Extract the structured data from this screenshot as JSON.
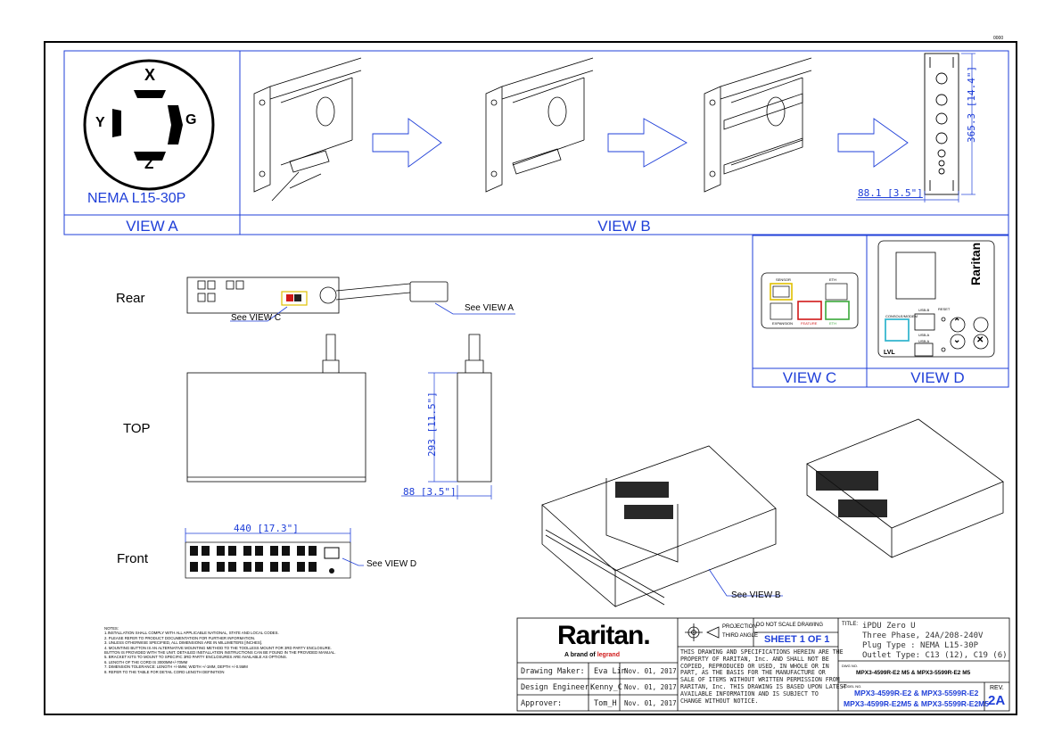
{
  "top_right_tag": "0000",
  "views": {
    "view_a_label": "VIEW A",
    "view_b_label": "VIEW B",
    "view_c_label": "VIEW C",
    "view_d_label": "VIEW D"
  },
  "plug": {
    "name": "NEMA L15-30P",
    "pins": {
      "x": "X",
      "y": "Y",
      "g": "G",
      "z": "Z"
    }
  },
  "rack_dims": {
    "height": "365.3  [14.4\"]",
    "width": "88.1  [3.5\"]"
  },
  "side_views": {
    "rear": "Rear",
    "top": "TOP",
    "front": "Front",
    "see_view_a": "See VIEW A",
    "see_view_b": "See VIEW B",
    "see_view_c": "See VIEW C",
    "see_view_d": "See VIEW D"
  },
  "dims": {
    "side_height": "293  [11.5\"]",
    "side_width": "88  [3.5\"]",
    "front_width": "440  [17.3\"]"
  },
  "view_c_ports": {
    "sensor": "SENSOR",
    "eth": "ETH",
    "feature": "FEATURE",
    "expansion": "EXPANSION",
    "eth2": "ETH"
  },
  "view_d_panel": {
    "brand": "Raritan",
    "usb_b": "USB-B",
    "reset": "RESET",
    "console": "CONSOLE/MODEM",
    "usb_a1": "USB-A",
    "usb_a2": "USB-A",
    "ce": "LVL"
  },
  "notes": {
    "heading": "NOTES:",
    "lines": [
      "1.INSTALLATION SHALL COMPLY WITH ALL APPLICABLE NATIONAL, STATE AND LOCAL CODES.",
      "2. PLEASE REFER TO PRODUCT DOCUMENTATION FOR FURTHER INFORMATION.",
      "3. UNLESS OTHERWISE SPECIFIED, ALL DIMENSIONS ARE IN MILLIMETERS [INCHES].",
      "4. MOUNTING BUTTON IS AN ALTERNATIVE MOUNTING METHOD TO THE TOOLLESS MOUNT FOR 3RD PARTY ENCLOSURE.",
      "   BUTTON IS PROVIDED WITH THE UNIT. DETAILED INSTALLATION INSTRUCTIONS CAN BE FOUND IN THE PROVIDED MANUAL.",
      "5. BRACKET KITS TO MOUNT TO SPECIFIC 3RD PARTY ENCLOSURES ARE AVAILABLE AS OPTIONS.",
      "6. LENGTH OF THE CORD IS 3000MM+/-70MM",
      "7. DIMENSION TOLERANCE: LENGTH +/-5MM, WIDTH +/-1MM, DEPTH +/-0.5MM",
      "8. REFER TO THE TABLE FOR DETAIL CORD LENGTH DEFINITION"
    ]
  },
  "title_block": {
    "logo": "Raritan.",
    "tagline_prefix": "A brand of",
    "tagline_brand": "legrand",
    "rows": [
      {
        "role": "Drawing Maker:",
        "name": "Eva Lin",
        "date": "Nov. 01, 2017"
      },
      {
        "role": "Design Engineer:",
        "name": "Kenny_C",
        "date": "Nov. 01, 2017"
      },
      {
        "role": "Approver:",
        "name": "Tom_H",
        "date": "Nov. 01, 2017"
      }
    ],
    "projection_line1": "PROJECTION",
    "projection_line2": "THIRD ANGLE",
    "no_scale": "DO NOT SCALE DRAWING",
    "sheet": "SHEET 1 OF 1",
    "disclaimer": [
      "THIS DRAWING AND SPECIFICATIONS HEREIN ARE THE",
      "PROPERTY OF RARITAN, Inc. AND SHALL NOT BE",
      "COPIED, REPRODUCED OR USED, IN WHOLE OR IN",
      "PART, AS THE BASIS FOR THE MANUFACTURE OR",
      "SALE OF ITEMS WITHOUT WRITTEN PERMISSION FROM",
      "RARITAN, Inc. THIS DRAWING IS BASED UPON LATEST",
      "AVAILABLE INFORMATION AND IS SUBJECT TO",
      "CHANGE WITHOUT NOTICE."
    ],
    "title_label": "TITLE:",
    "title_lines": [
      "iPDU Zero U",
      "Three Phase, 24A/208-240V",
      "Plug Type : NEMA L15-30P",
      "Outlet Type: C13 (12), C19 (6)"
    ],
    "dwg_label": "DWG NO.",
    "dwg_no": "MPX3-4599R-E2 M5 & MPX3-5599R-E2 M5",
    "model_label": "MODEL NO.",
    "model_line1": "MPX3-4599R-E2 & MPX3-5599R-E2",
    "model_line2": "MPX3-4599R-E2M5 & MPX3-5599R-E2M5",
    "rev_label": "REV.",
    "rev": "2A"
  }
}
